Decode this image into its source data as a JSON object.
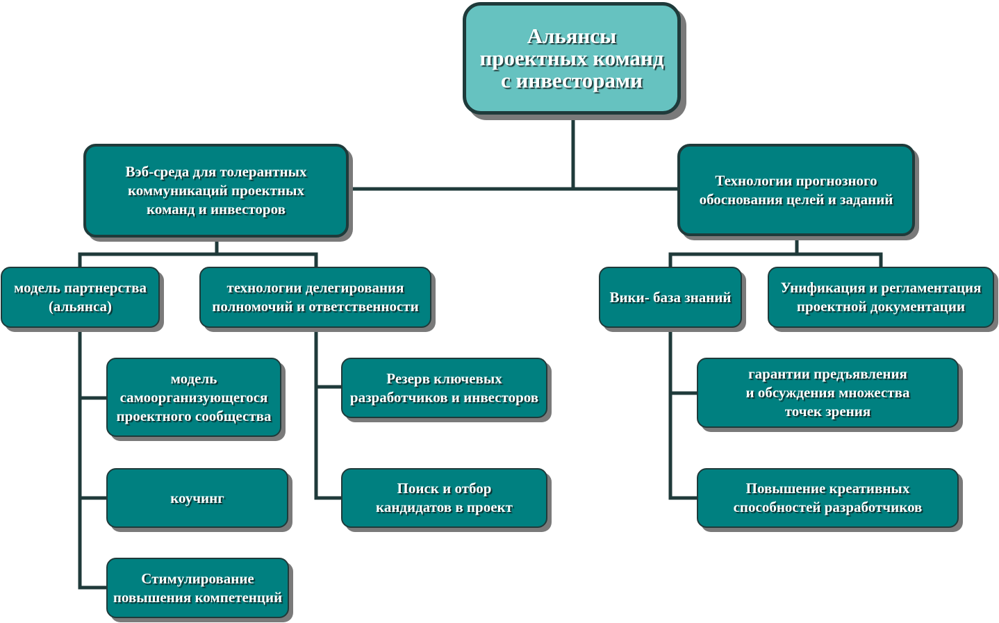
{
  "colors": {
    "box_fill": "#008080",
    "root_fill": "#66c2c0",
    "connector": "#1f3a3a",
    "text": "#ffffff",
    "shadow": "#7a7a7a"
  },
  "root": {
    "label": "Альянсы\nпроектных команд\nс инвесторами"
  },
  "left": {
    "label": "Вэб-среда для  толерантных\nкоммуникаций проектных\nкоманд и инвесторов",
    "partnership": {
      "label": "модель партнерства\n(альянса)",
      "children": [
        {
          "label": "модель\nсамоорганизующегося\nпроектного сообщества"
        },
        {
          "label": "коучинг"
        },
        {
          "label": "Стимулирование\nповышения компетенций"
        }
      ]
    },
    "delegation": {
      "label": "технологии делегирования\nполномочий и ответственности",
      "children": [
        {
          "label": "Резерв ключевых\nразработчиков и инвесторов"
        },
        {
          "label": "Поиск и отбор\nкандидатов в проект"
        }
      ]
    }
  },
  "right": {
    "label": "Технологии прогнозного\nобоснования целей и заданий",
    "wiki": {
      "label": "Вики- база знаний",
      "children": [
        {
          "label": "гарантии предъявления\nи обсуждения множества\nточек зрения"
        },
        {
          "label": "Повышение креативных\nспособностей разработчиков"
        }
      ]
    },
    "unification": {
      "label": "Унификация и регламентация\nпроектной документации"
    }
  }
}
